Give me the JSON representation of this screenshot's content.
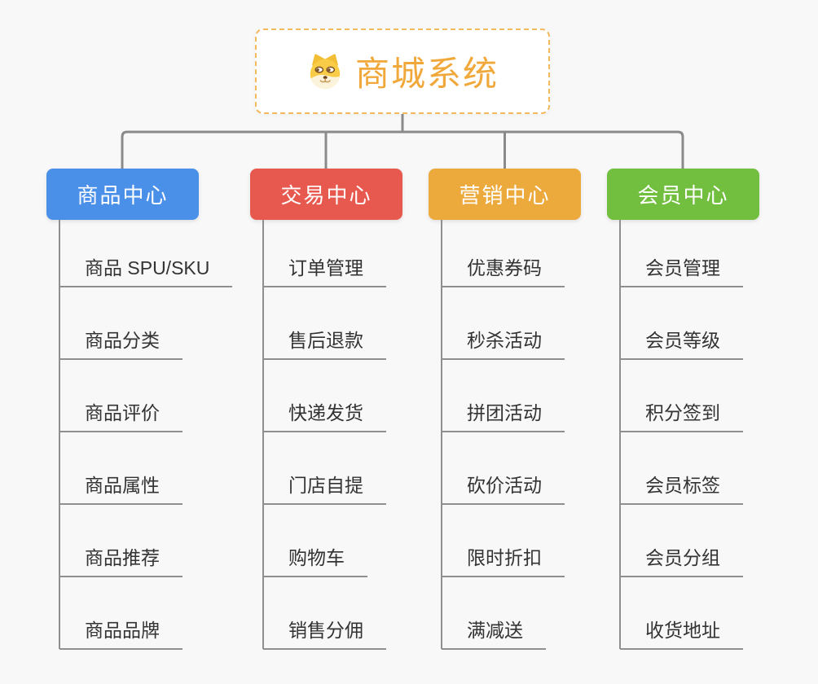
{
  "canvas": {
    "bg_color": "#f8f8f8",
    "line_color": "#8f8f8f",
    "connector_color": "#8a8a8a",
    "text_color": "#333333"
  },
  "root": {
    "title": "商城系统",
    "icon": "doge-face-icon",
    "title_color": "#f0a83b",
    "border_color": "#f3b95f",
    "bg_color": "#ffffff"
  },
  "branches": [
    {
      "label": "商品中心",
      "color": "#4a8fe8",
      "children": [
        "商品 SPU/SKU",
        "商品分类",
        "商品评价",
        "商品属性",
        "商品推荐",
        "商品品牌"
      ]
    },
    {
      "label": "交易中心",
      "color": "#e7594f",
      "children": [
        "订单管理",
        "售后退款",
        "快递发货",
        "门店自提",
        "购物车",
        "销售分佣"
      ]
    },
    {
      "label": "营销中心",
      "color": "#eca93c",
      "children": [
        "优惠券码",
        "秒杀活动",
        "拼团活动",
        "砍价活动",
        "限时折扣",
        "满减送"
      ]
    },
    {
      "label": "会员中心",
      "color": "#72bf40",
      "children": [
        "会员管理",
        "会员等级",
        "积分签到",
        "会员标签",
        "会员分组",
        "收货地址"
      ]
    }
  ]
}
